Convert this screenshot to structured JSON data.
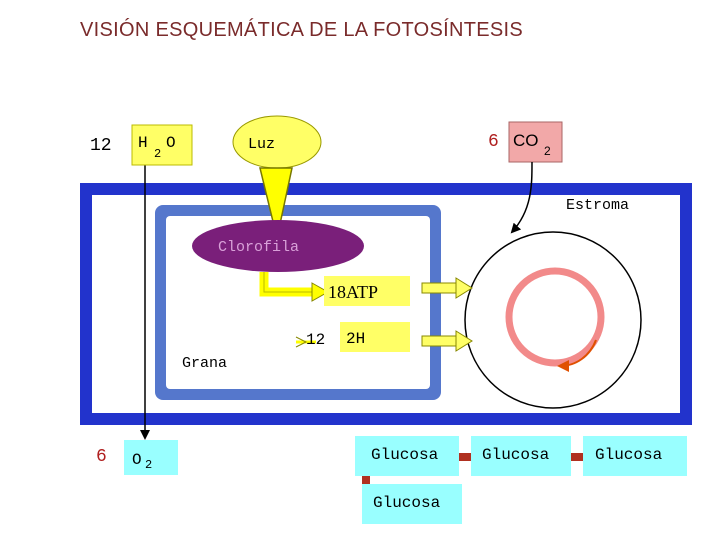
{
  "title": "VISIÓN  ESQUEMÁTICA  DE LA FOTOSÍNTESIS",
  "inputs": {
    "water_coef": "12",
    "water_formula_h": "H",
    "water_formula_sub": "2",
    "water_formula_o": "O",
    "light": "Luz",
    "co2_coef": "6",
    "co2_formula": "CO",
    "co2_sub": "2"
  },
  "cell": {
    "stroma_label": "Estroma",
    "grana_label": "Grana",
    "chlorophyll_label": "Clorofila",
    "atp_label": "18ATP",
    "h_coef": "12",
    "h_label": "2H"
  },
  "outputs": {
    "o2_coef": "6",
    "o2_formula": "O",
    "o2_sub": "2",
    "glucose": [
      "Glucosa",
      "Glucosa",
      "Glucosa",
      "Glucosa"
    ]
  },
  "colors": {
    "title": "#7a2b2b",
    "yellow_box": "#ffff66",
    "cyan_box": "#99ffff",
    "cell_border": "#2233cc",
    "cell_inner": "#5577cc",
    "chlorophyll": "#7a1f7a",
    "pink_box": "#f2a8a8",
    "link": "#b03020"
  }
}
